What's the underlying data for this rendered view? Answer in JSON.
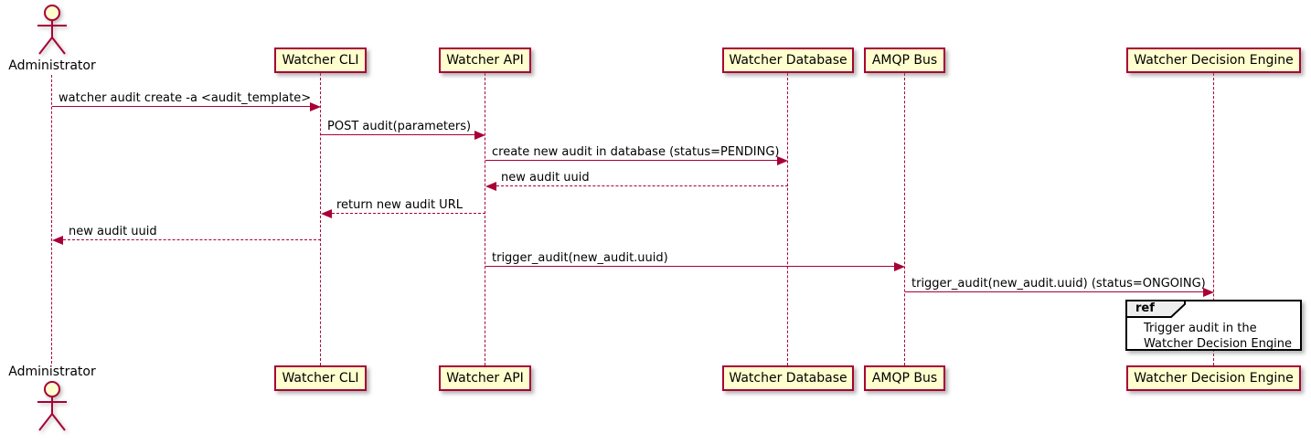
{
  "diagram_type": "uml-sequence-diagram",
  "colors": {
    "participant_fill": "#FEFECE",
    "participant_border": "#A80036",
    "lifeline": "#A80036",
    "arrow": "#A80036",
    "ref_border": "#000000",
    "ref_header_fill": "#EEEEEE",
    "text": "#000000",
    "background": "#FFFFFF"
  },
  "actor": {
    "label": "Administrator"
  },
  "participants": [
    {
      "label": "Watcher CLI"
    },
    {
      "label": "Watcher API"
    },
    {
      "label": "Watcher Database"
    },
    {
      "label": "AMQP Bus"
    },
    {
      "label": "Watcher Decision Engine"
    }
  ],
  "messages": [
    {
      "from": "Administrator",
      "to": "Watcher CLI",
      "label": "watcher audit create -a <audit_template>",
      "line": "solid",
      "direction": "right"
    },
    {
      "from": "Watcher CLI",
      "to": "Watcher API",
      "label": "POST audit(parameters)",
      "line": "solid",
      "direction": "right"
    },
    {
      "from": "Watcher API",
      "to": "Watcher Database",
      "label": "create new audit in database (status=PENDING)",
      "line": "solid",
      "direction": "right"
    },
    {
      "from": "Watcher Database",
      "to": "Watcher API",
      "label": "new audit uuid",
      "line": "dashed",
      "direction": "left"
    },
    {
      "from": "Watcher API",
      "to": "Watcher CLI",
      "label": "return new audit URL",
      "line": "dashed",
      "direction": "left"
    },
    {
      "from": "Watcher CLI",
      "to": "Administrator",
      "label": "new audit uuid",
      "line": "dashed",
      "direction": "left"
    },
    {
      "from": "Watcher API",
      "to": "AMQP Bus",
      "label": "trigger_audit(new_audit.uuid)",
      "line": "solid",
      "direction": "right"
    },
    {
      "from": "AMQP Bus",
      "to": "Watcher Decision Engine",
      "label": "trigger_audit(new_audit.uuid) (status=ONGOING)",
      "line": "solid",
      "direction": "right"
    }
  ],
  "ref": {
    "keyword": "ref",
    "over": "Watcher Decision Engine",
    "line1": "Trigger audit in the",
    "line2": "Watcher Decision Engine"
  }
}
